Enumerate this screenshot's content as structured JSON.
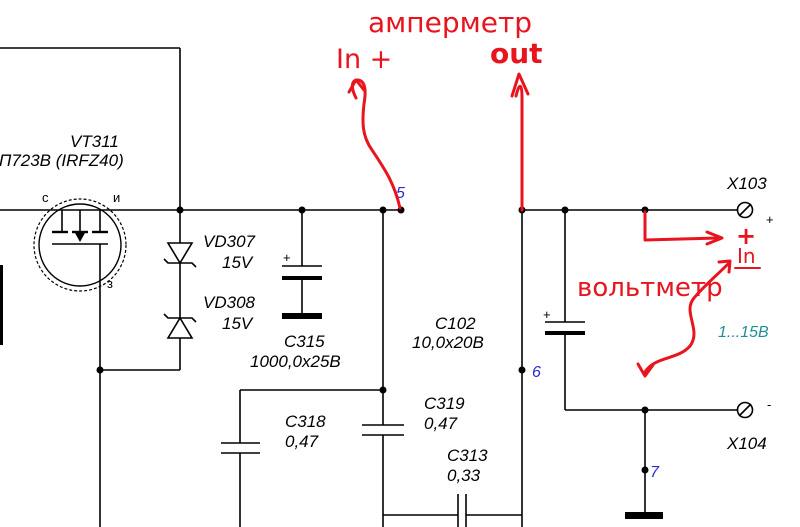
{
  "annotations": {
    "ammeter": "амперметр",
    "in_plus": "In +",
    "out": "out",
    "voltmeter": "вольтметр",
    "plus": "+",
    "in": "In"
  },
  "transistor": {
    "ref": "VT311",
    "part": "П723В (IRFZ40)",
    "pin_drain": "с",
    "pin_source": "и",
    "pin_gate": "з"
  },
  "diodes": [
    {
      "ref": "VD307",
      "value": "15V"
    },
    {
      "ref": "VD308",
      "value": "15V"
    }
  ],
  "capacitors": {
    "c315": {
      "ref": "C315",
      "value": "1000,0x25B"
    },
    "c102": {
      "ref": "C102",
      "value": "10,0x20B"
    },
    "c318": {
      "ref": "C318",
      "value": "0,47"
    },
    "c319": {
      "ref": "C319",
      "value": "0,47"
    },
    "c313": {
      "ref": "C313",
      "value": "0,33"
    },
    "plus": "+"
  },
  "nodes": {
    "n5": "5",
    "n6": "6",
    "n7": "7"
  },
  "connectors": {
    "x103": {
      "ref": "X103",
      "polarity": "+"
    },
    "x104": {
      "ref": "X104",
      "polarity": "-"
    }
  },
  "output_range": "1...15В",
  "colors": {
    "wire": "#000000",
    "annotation": "#e8141e",
    "node_label": "#2b2bd6",
    "range_text": "#1f8f95"
  }
}
